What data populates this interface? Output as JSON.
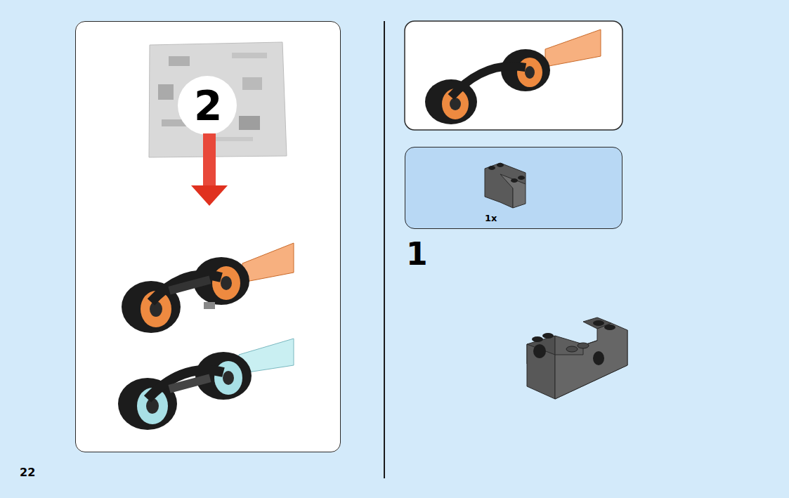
{
  "diagram": {
    "nodes": [
      {
        "text": [
          "2"
        ]
      },
      {
        "text": [
          "1x"
        ]
      }
    ],
    "labels": [
      "1",
      "22"
    ]
  }
}
